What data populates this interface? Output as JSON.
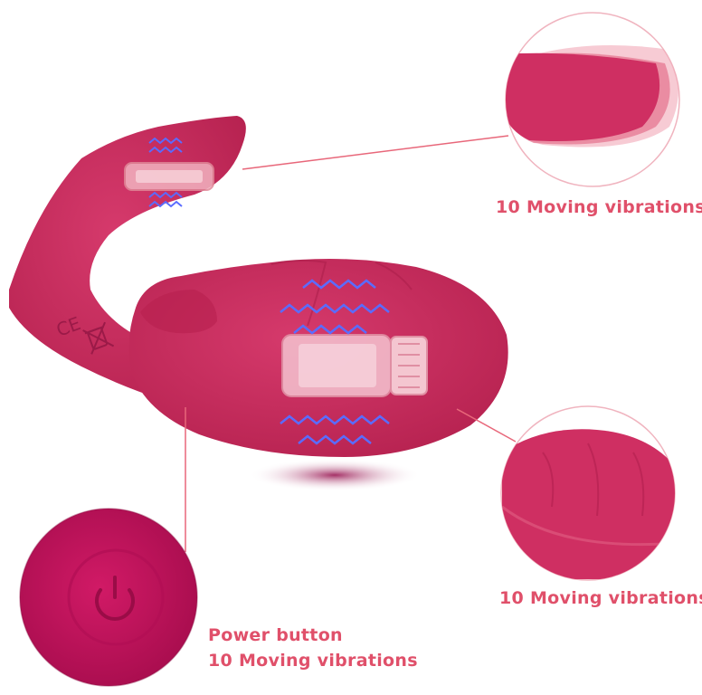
{
  "callouts": {
    "tip": {
      "label": "10 Moving vibrations"
    },
    "body": {
      "label": "10 Moving vibrations"
    },
    "power": {
      "title": "Power button",
      "label": "10 Moving vibrations"
    }
  },
  "colors": {
    "product": "#cc2a5e",
    "product_dark": "#a81b48",
    "label": "#e0506a",
    "wave": "#5a6cff",
    "connector": "#e8677a"
  },
  "icons": [
    "ce-mark-icon",
    "weee-bin-icon",
    "power-icon",
    "vibration-wave-icon",
    "motor-icon"
  ]
}
